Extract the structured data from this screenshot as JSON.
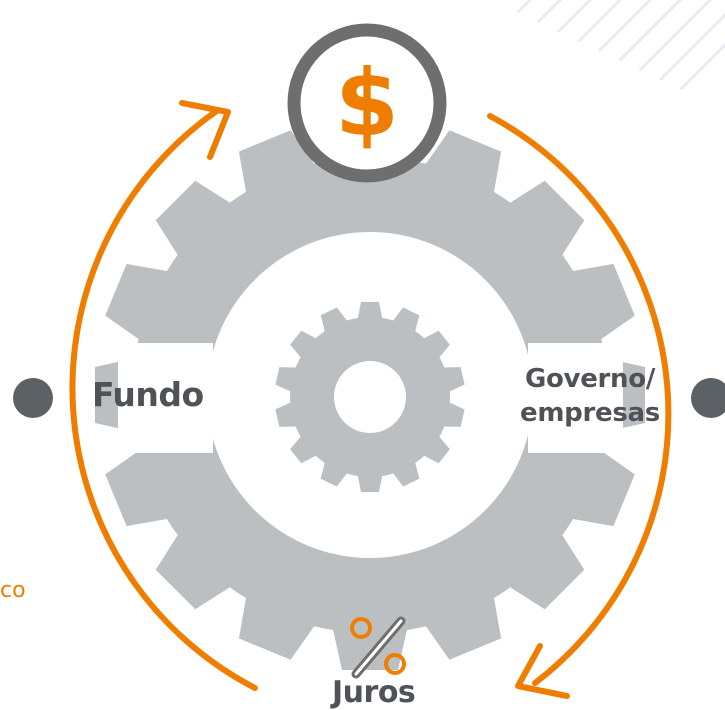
{
  "labels": {
    "fundo": "Fundo",
    "governo_line1": "Governo/",
    "governo_line2": "empresas",
    "juros": "Juros",
    "edge_fragment": "co"
  },
  "icons": {
    "top": "dollar-sign-icon",
    "bottom": "percent-icon"
  },
  "colors": {
    "accent": "#ef7d00",
    "gear": "#bcbfc1",
    "ring": "#6e6e6e",
    "text": "#4f5357",
    "dot": "#5b6165",
    "stripes": "#e6ebf4"
  }
}
